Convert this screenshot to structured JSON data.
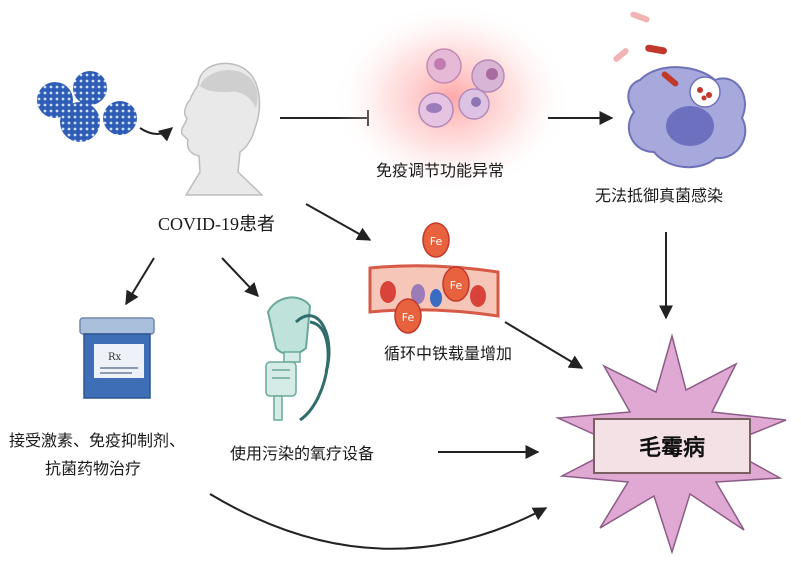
{
  "nodes": {
    "patient": "COVID-19患者",
    "immune": "免疫调节功能异常",
    "fungal": "无法抵御真菌感染",
    "iron": "循环中铁载量增加",
    "therapy_line1": "接受激素、免疫抑制剂、",
    "therapy_line2": "抗菌药物治疗",
    "oxygen": "使用污染的氧疗设备",
    "disease": "毛霉病"
  },
  "icons": {
    "fe": "Fe",
    "rx": "Rx"
  },
  "colors": {
    "virus": "#3a6cc4",
    "burst": "#e0a9d4",
    "blood_vessel": "#e35b4f",
    "iron_ball": "#e8623e",
    "macrophage": "#8f8fcf",
    "box_fill": "#f4e1e6"
  }
}
